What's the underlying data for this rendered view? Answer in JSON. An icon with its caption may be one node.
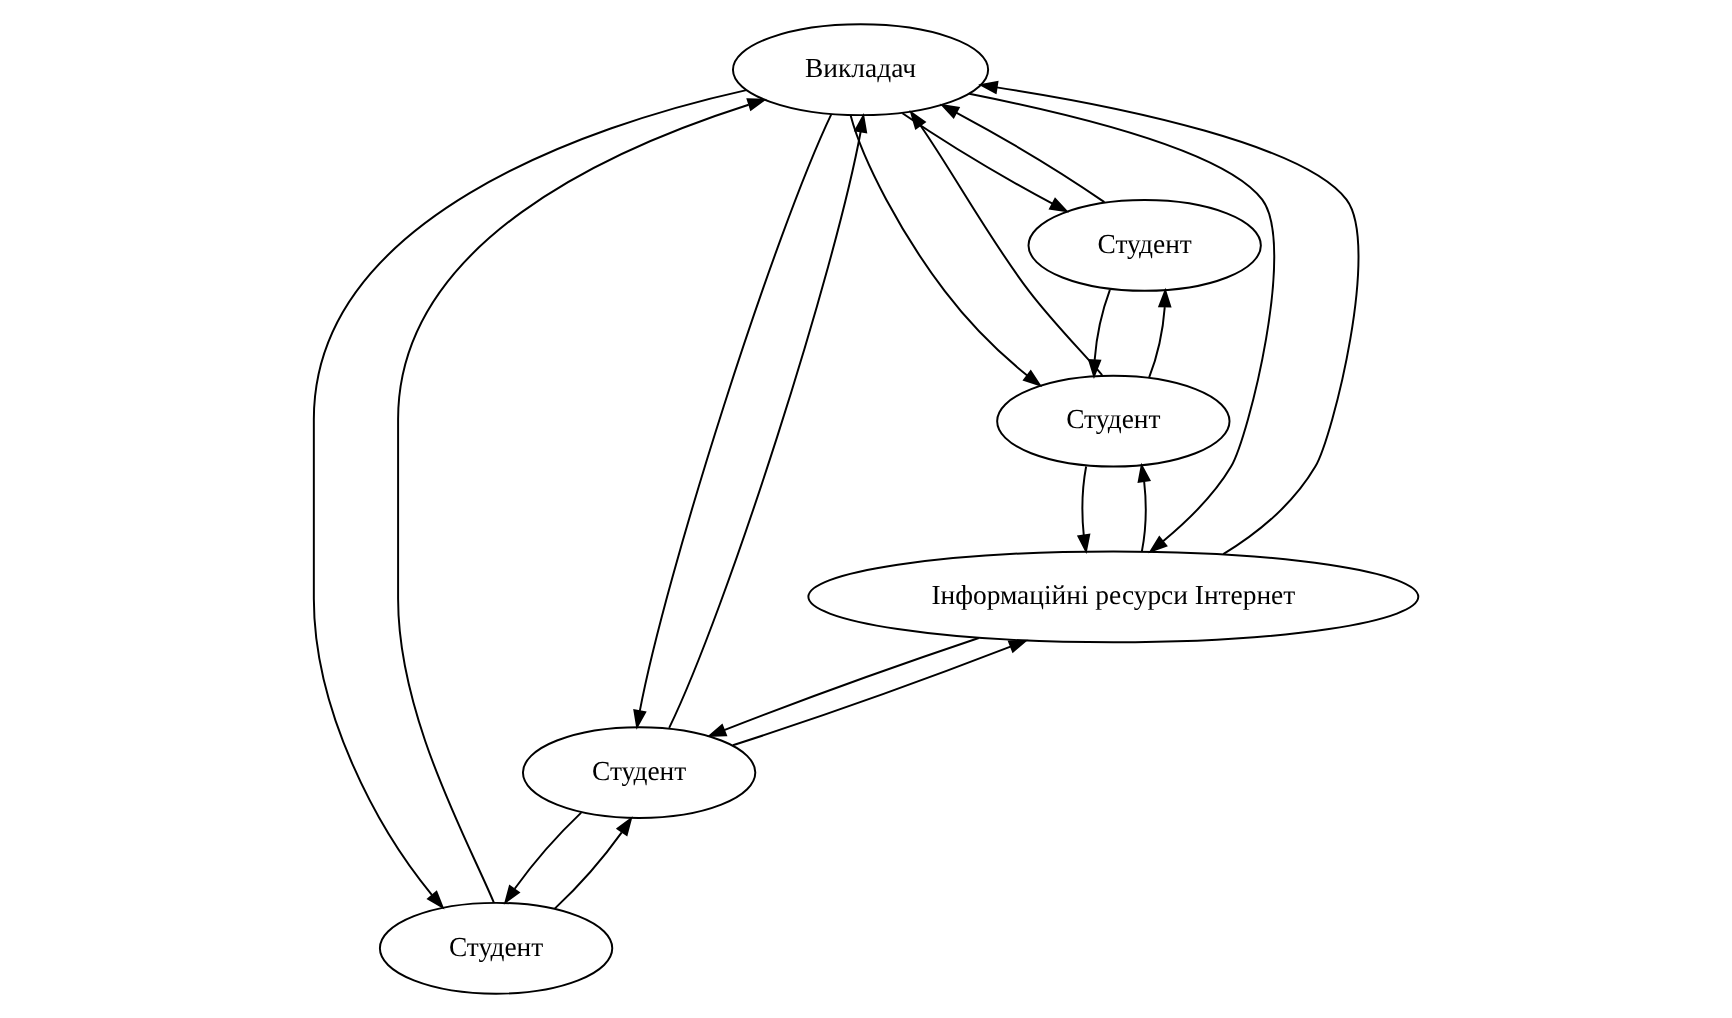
{
  "diagram": {
    "nodes": [
      {
        "text": [
          "Викладач"
        ]
      },
      {
        "text": [
          "Студент"
        ]
      },
      {
        "text": [
          "Студент"
        ]
      },
      {
        "text": [
          "Студент"
        ]
      },
      {
        "text": [
          "Студент"
        ]
      },
      {
        "text": [
          "Інформаційні ресурси Інтернет"
        ]
      }
    ],
    "edges": [
      {
        "from": 0,
        "to": 1,
        "arrow": "to"
      },
      {
        "from": 1,
        "to": 0,
        "arrow": "to"
      },
      {
        "from": 2,
        "to": 0,
        "arrow": "to"
      },
      {
        "from": 0,
        "to": 2,
        "arrow": "to"
      },
      {
        "from": 1,
        "to": 3,
        "arrow": "to"
      },
      {
        "from": 3,
        "to": 1,
        "arrow": "to"
      },
      {
        "from": 2,
        "to": 4,
        "arrow": "to"
      },
      {
        "from": 4,
        "to": 2,
        "arrow": "to"
      },
      {
        "from": 0,
        "to": 3,
        "arrow": "to"
      },
      {
        "from": 3,
        "to": 0,
        "arrow": "to"
      },
      {
        "from": 0,
        "to": 4,
        "arrow": "to"
      },
      {
        "from": 4,
        "to": 0,
        "arrow": "to"
      },
      {
        "from": 0,
        "to": 5,
        "arrow": "to"
      },
      {
        "from": 5,
        "to": 0,
        "arrow": "to"
      },
      {
        "from": 3,
        "to": 5,
        "arrow": "to"
      },
      {
        "from": 5,
        "to": 3,
        "arrow": "to"
      },
      {
        "from": 4,
        "to": 5,
        "arrow": "to"
      },
      {
        "from": 5,
        "to": 4,
        "arrow": "to"
      }
    ]
  }
}
